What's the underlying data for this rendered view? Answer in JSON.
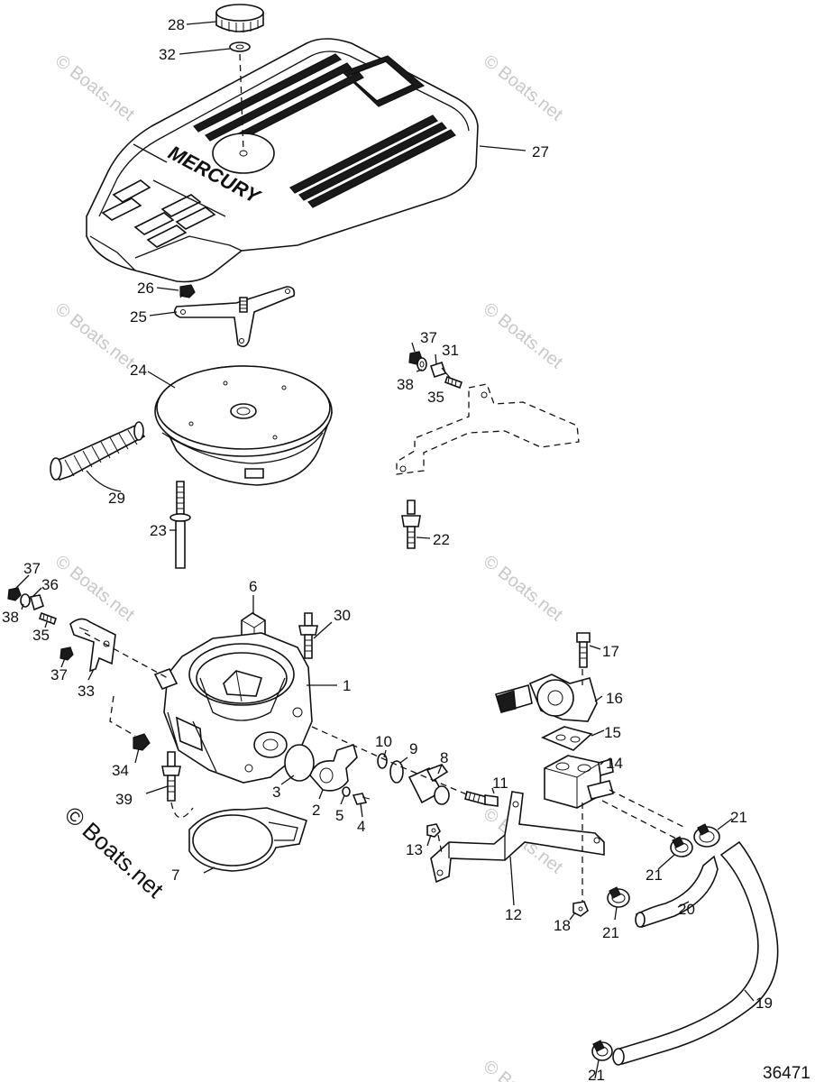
{
  "watermark": "© Boats.net",
  "brand_label": "MERCURY",
  "document_number": "36471",
  "callouts": {
    "c1": "1",
    "c2": "2",
    "c3": "3",
    "c4": "4",
    "c5": "5",
    "c6": "6",
    "c7": "7",
    "c8": "8",
    "c9": "9",
    "c10": "10",
    "c11": "11",
    "c12": "12",
    "c13": "13",
    "c14": "14",
    "c15": "15",
    "c16": "16",
    "c17": "17",
    "c18": "18",
    "c19": "19",
    "c20": "20",
    "c21": "21",
    "c22": "22",
    "c23": "23",
    "c24": "24",
    "c25": "25",
    "c26": "26",
    "c27": "27",
    "c28": "28",
    "c29": "29",
    "c30": "30",
    "c31": "31",
    "c32": "32",
    "c33": "33",
    "c34": "34",
    "c35": "35",
    "c36": "36",
    "c37": "37",
    "c38": "38",
    "c39": "39"
  }
}
